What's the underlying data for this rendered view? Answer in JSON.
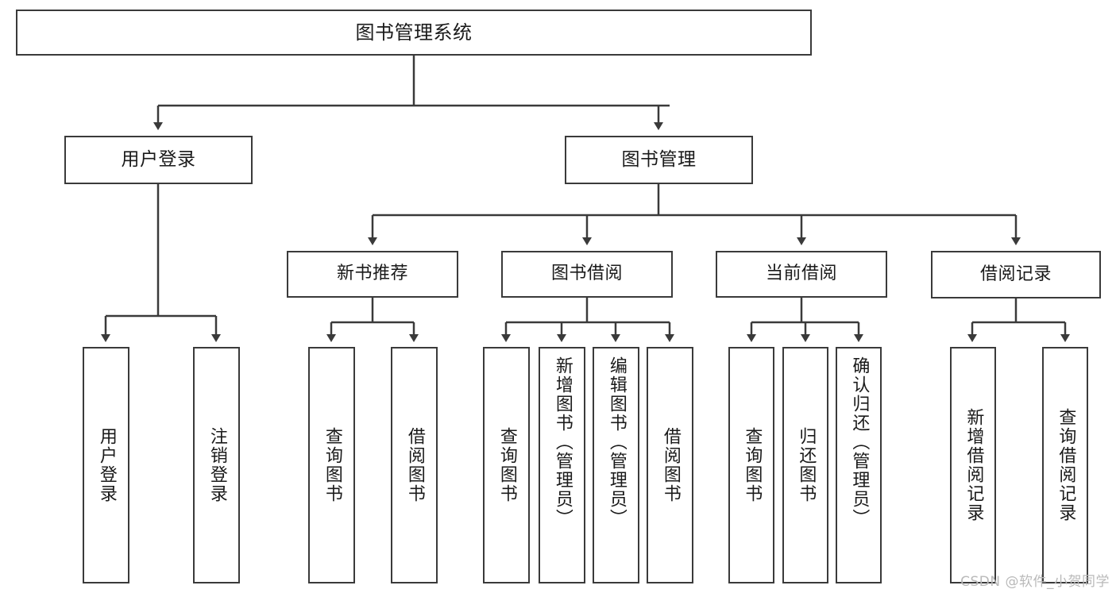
{
  "diagram": {
    "title": "图书管理系统",
    "type": "tree-hierarchy",
    "watermark": "CSDN @软件_小贺同学",
    "colors": {
      "stroke": "#3a3a3a",
      "fill": "#ffffff",
      "text": "#1a1a1a",
      "watermark": "#b9b9b9"
    },
    "root": {
      "label": "图书管理系统"
    },
    "level1": [
      {
        "label": "用户登录"
      },
      {
        "label": "图书管理"
      }
    ],
    "level2": [
      {
        "label": "新书推荐"
      },
      {
        "label": "图书借阅"
      },
      {
        "label": "当前借阅"
      },
      {
        "label": "借阅记录"
      }
    ],
    "leaves": {
      "user_login": [
        {
          "label": "用户登录"
        },
        {
          "label": "注销登录"
        }
      ],
      "new_book_recommend": [
        {
          "label": "查询图书"
        },
        {
          "label": "借阅图书"
        }
      ],
      "book_borrow": [
        {
          "label": "查询图书"
        },
        {
          "label": "新增图书（管理员）"
        },
        {
          "label": "编辑图书（管理员）"
        },
        {
          "label": "借阅图书"
        }
      ],
      "current_borrow": [
        {
          "label": "查询图书"
        },
        {
          "label": "归还图书"
        },
        {
          "label": "确认归还（管理员）"
        }
      ],
      "borrow_record": [
        {
          "label": "新增借阅记录"
        },
        {
          "label": "查询借阅记录"
        }
      ]
    }
  }
}
